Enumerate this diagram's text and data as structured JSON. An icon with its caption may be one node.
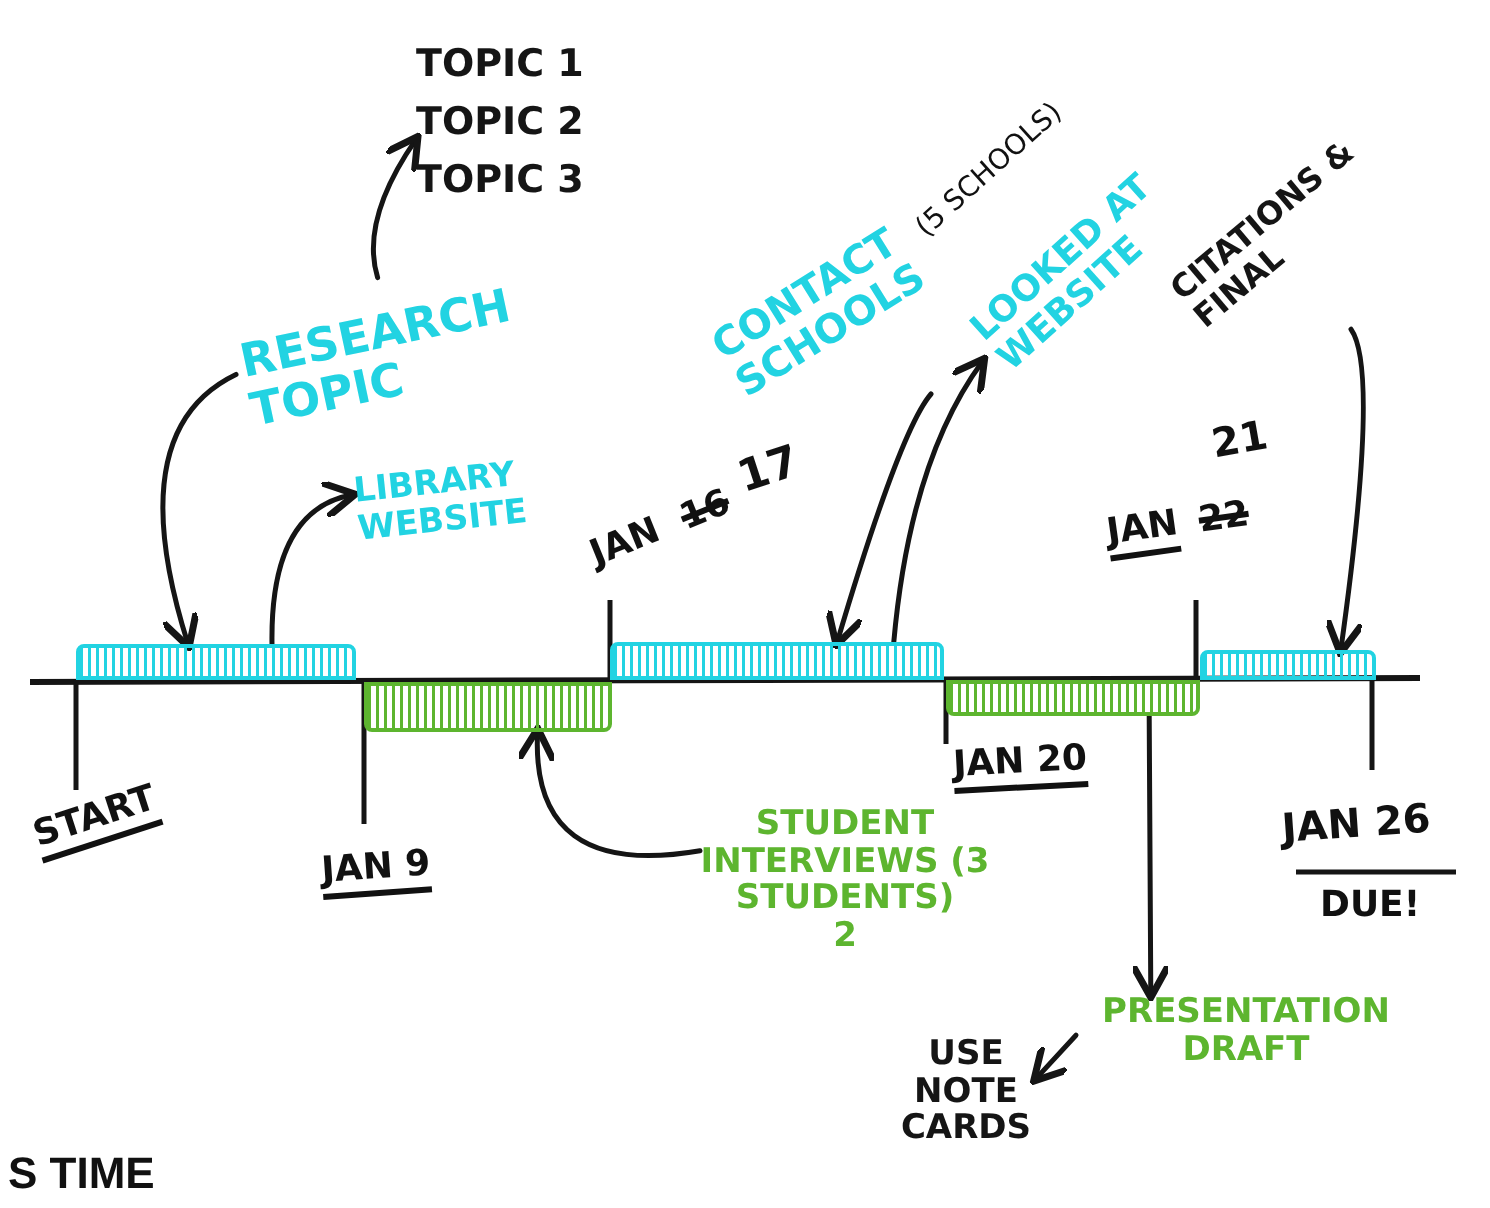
{
  "diagram": {
    "nodes": [
      {
        "text": [
          "TOPIC 1",
          "TOPIC 2",
          "TOPIC 3"
        ]
      },
      {
        "text": [
          "RESEARCH TOPIC"
        ]
      },
      {
        "text": [
          "LIBRARY WEBSITE"
        ]
      },
      {
        "text": [],
        "shape": "bar"
      },
      {
        "text": [
          "CONTACT SCHOOLS"
        ],
        "beside": [
          "(5 SCHOOLS)"
        ]
      },
      {
        "text": [
          "LOOKED AT WEBSITE"
        ]
      },
      {
        "text": [
          "CITATIONS & FINAL"
        ]
      },
      {
        "text": [],
        "shape": "bar"
      },
      {
        "text": [],
        "shape": "bar"
      },
      {
        "text": [],
        "shape": "bar"
      },
      {
        "text": [],
        "shape": "bar"
      },
      {
        "text": [
          "STUDENT INTERVIEWS (3 STUDENTS)",
          "2"
        ]
      },
      {
        "text": [
          "PRESENTATION DRAFT"
        ]
      },
      {
        "text": [
          "USE NOTE CARDS"
        ]
      }
    ],
    "edges": [
      {
        "from": 1,
        "to": 0,
        "arrow": "to"
      },
      {
        "from": 1,
        "to": 3,
        "arrow": "to"
      },
      {
        "from": 3,
        "to": 2,
        "arrow": "to"
      },
      {
        "from": 4,
        "to": 7,
        "arrow": "to"
      },
      {
        "from": 7,
        "to": 5,
        "arrow": "to"
      },
      {
        "from": 6,
        "to": 8,
        "arrow": "to"
      },
      {
        "from": 11,
        "to": 9,
        "arrow": "to"
      },
      {
        "from": 10,
        "to": 12,
        "arrow": "to"
      },
      {
        "from": 12,
        "to": 13,
        "arrow": "to"
      }
    ],
    "labels": [
      "START",
      "JAN 9",
      "JAN",
      "16",
      "17",
      "JAN 20",
      "21",
      "JAN",
      "22",
      "JAN 26",
      "DUE!",
      "S TIME"
    ]
  }
}
